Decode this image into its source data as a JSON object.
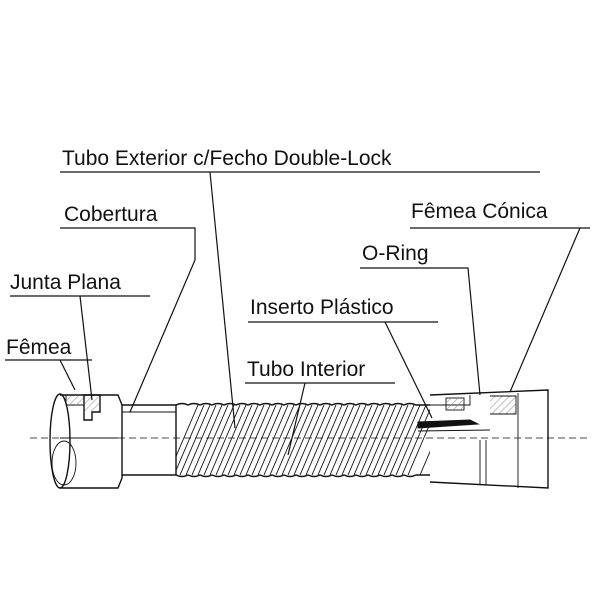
{
  "labels": {
    "tubo_exterior": "Tubo Exterior c/Fecho Double-Lock",
    "cobertura": "Cobertura",
    "femea_conica": "Fêmea Cónica",
    "o_ring": "O-Ring",
    "junta_plana": "Junta Plana",
    "inserto_plastico": "Inserto Plástico",
    "femea": "Fêmea",
    "tubo_interior": "Tubo Interior"
  },
  "colors": {
    "line": "#111111",
    "background": "#ffffff",
    "hatch": "#999999"
  }
}
